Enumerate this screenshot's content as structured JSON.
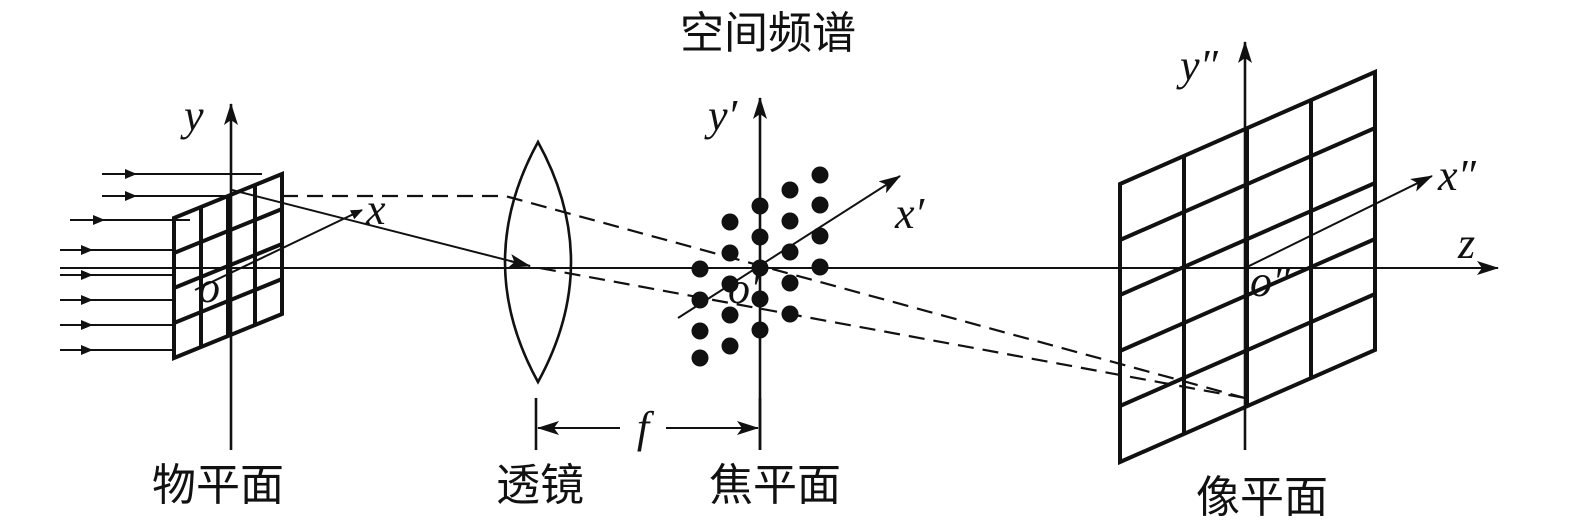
{
  "title": "空间频谱",
  "labels": {
    "object_plane": "物平面",
    "lens": "透镜",
    "focal_plane": "焦平面",
    "image_plane": "像平面"
  },
  "axes": {
    "object": {
      "x": "x",
      "y": "y",
      "origin": "o"
    },
    "focal": {
      "x": "x′",
      "y": "y′",
      "origin": "o′"
    },
    "image": {
      "x": "x″",
      "y": "y″",
      "origin": "o″"
    },
    "optical_axis": "z"
  },
  "focal_length_label": "f"
}
